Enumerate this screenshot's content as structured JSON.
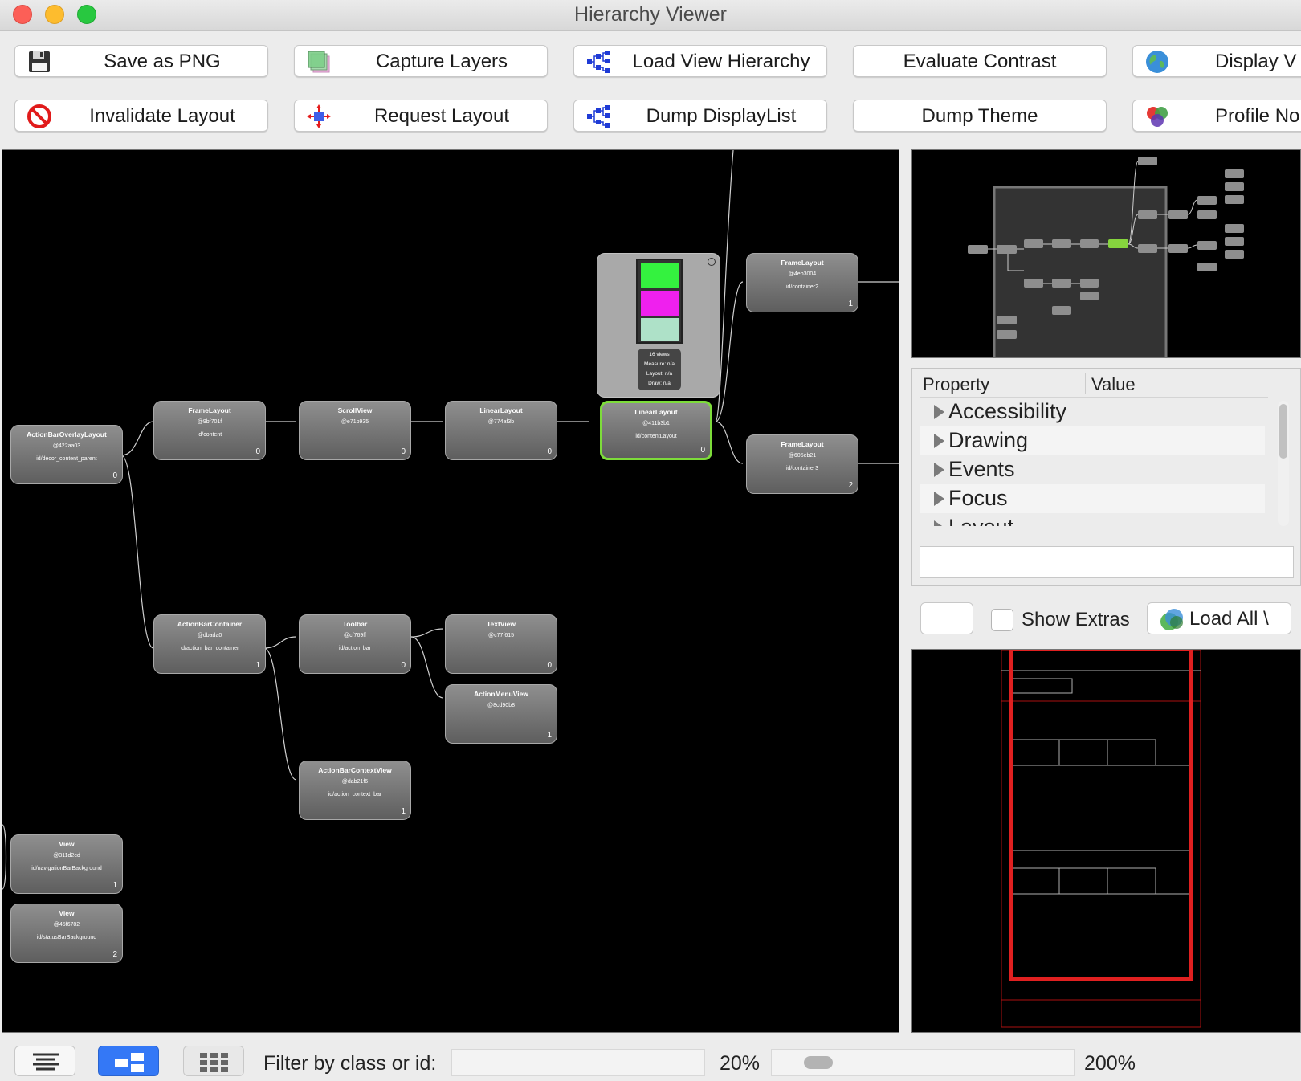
{
  "window": {
    "title": "Hierarchy Viewer"
  },
  "toolbar": {
    "row1": [
      {
        "label": "Save as PNG",
        "icon": "floppy-disk-icon"
      },
      {
        "label": "Capture Layers",
        "icon": "layers-icon"
      },
      {
        "label": "Load View Hierarchy",
        "icon": "hierarchy-icon"
      },
      {
        "label": "Evaluate Contrast",
        "icon": ""
      },
      {
        "label": "Display V",
        "icon": "globe-icon"
      }
    ],
    "row2": [
      {
        "label": "Invalidate Layout",
        "icon": "no-entry-icon"
      },
      {
        "label": "Request Layout",
        "icon": "request-layout-icon"
      },
      {
        "label": "Dump DisplayList",
        "icon": "hierarchy-icon"
      },
      {
        "label": "Dump Theme",
        "icon": ""
      },
      {
        "label": "Profile No",
        "icon": "profile-icon"
      }
    ]
  },
  "nodes": [
    {
      "key": "n0",
      "class": "ActionBarOverlayLayout",
      "hash": "@422aa03",
      "id": "id/decor_content_parent",
      "index": "0"
    },
    {
      "key": "n1",
      "class": "FrameLayout",
      "hash": "@9bf701f",
      "id": "id/content",
      "index": "0"
    },
    {
      "key": "n2",
      "class": "ScrollView",
      "hash": "@e71b935",
      "id": "",
      "index": "0"
    },
    {
      "key": "n3",
      "class": "LinearLayout",
      "hash": "@774af3b",
      "id": "",
      "index": "0"
    },
    {
      "key": "n4",
      "class": "LinearLayout",
      "hash": "@411b3b1",
      "id": "id/contentLayout",
      "index": "0",
      "selected": true
    },
    {
      "key": "n5",
      "class": "FrameLayout",
      "hash": "@4eb3004",
      "id": "id/container2",
      "index": "1"
    },
    {
      "key": "n6",
      "class": "FrameLayout",
      "hash": "@605eb21",
      "id": "id/container3",
      "index": "2"
    },
    {
      "key": "n7",
      "class": "ActionBarContainer",
      "hash": "@dbada0",
      "id": "id/action_bar_container",
      "index": "1"
    },
    {
      "key": "n8",
      "class": "Toolbar",
      "hash": "@cf769ff",
      "id": "id/action_bar",
      "index": "0"
    },
    {
      "key": "n9",
      "class": "TextView",
      "hash": "@c77f615",
      "id": "",
      "index": "0"
    },
    {
      "key": "n10",
      "class": "ActionMenuView",
      "hash": "@8cd90b8",
      "id": "",
      "index": "1"
    },
    {
      "key": "n11",
      "class": "ActionBarContextView",
      "hash": "@dab21f6",
      "id": "id/action_context_bar",
      "index": "1"
    },
    {
      "key": "n12",
      "class": "View",
      "hash": "@311d2cd",
      "id": "id/navigationBarBackground",
      "index": "1"
    },
    {
      "key": "n13",
      "class": "View",
      "hash": "@45f6782",
      "id": "id/statusBarBackground",
      "index": "2"
    }
  ],
  "preview": {
    "views": "16 views",
    "measure": "Measure: n/a",
    "layout": "Layout: n/a",
    "draw": "Draw: n/a"
  },
  "properties": {
    "header_property": "Property",
    "header_value": "Value",
    "categories": [
      "Accessibility",
      "Drawing",
      "Events",
      "Focus",
      "Layout"
    ]
  },
  "controls": {
    "show_extras": "Show Extras",
    "load_all": "Load All \\"
  },
  "statusbar": {
    "filter_label": "Filter by class or id:",
    "zoom_min": "20%",
    "zoom_max": "200%"
  },
  "colors": {
    "selected_border": "#7ddc3a",
    "layout_outline": "#e02020",
    "active_tab": "#3478f6"
  }
}
